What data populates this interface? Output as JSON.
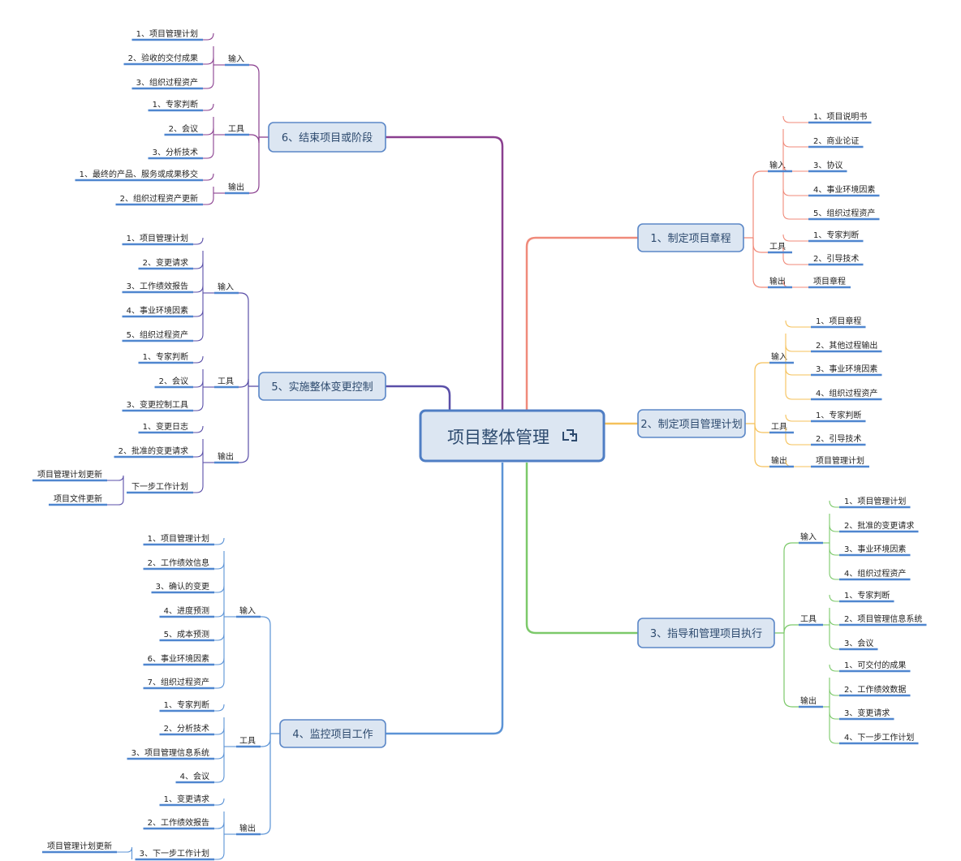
{
  "root": {
    "label": "项目整体管理",
    "icon": "link-icon"
  },
  "branches": [
    {
      "id": "b1",
      "label": "1、制定项目章程",
      "color": "#f08a7a",
      "groups": [
        {
          "label": "输入",
          "items": [
            "1、项目说明书",
            "2、商业论证",
            "3、协议",
            "4、事业环境因素",
            "5、组织过程资产"
          ]
        },
        {
          "label": "工具",
          "items": [
            "1、专家判断",
            "2、引导技术"
          ]
        },
        {
          "label": "输出",
          "items": [
            "项目章程"
          ]
        }
      ]
    },
    {
      "id": "b2",
      "label": "2、制定项目管理计划",
      "color": "#f5c15a",
      "groups": [
        {
          "label": "输入",
          "items": [
            "1、项目章程",
            "2、其他过程输出",
            "3、事业环境因素",
            "4、组织过程资产"
          ]
        },
        {
          "label": "工具",
          "items": [
            "1、专家判断",
            "2、引导技术"
          ]
        },
        {
          "label": "输出",
          "items": [
            "项目管理计划"
          ]
        }
      ]
    },
    {
      "id": "b3",
      "label": "3、指导和管理项目执行",
      "color": "#7cc96a",
      "groups": [
        {
          "label": "输入",
          "items": [
            "1、项目管理计划",
            "2、批准的变更请求",
            "3、事业环境因素",
            "4、组织过程资产"
          ]
        },
        {
          "label": "工具",
          "items": [
            "1、专家判断",
            "2、项目管理信息系统",
            "3、会议"
          ]
        },
        {
          "label": "输出",
          "items": [
            "1、可交付的成果",
            "2、工作绩效数据",
            "3、变更请求",
            "4、下一步工作计划"
          ]
        }
      ]
    },
    {
      "id": "b4",
      "label": "4、监控项目工作",
      "color": "#5b93d6",
      "groups": [
        {
          "label": "输入",
          "items": [
            "1、项目管理计划",
            "2、工作绩效信息",
            "3、确认的变更",
            "4、进度预测",
            "5、成本预测",
            "6、事业环境因素",
            "7、组织过程资产"
          ]
        },
        {
          "label": "工具",
          "items": [
            "1、专家判断",
            "2、分析技术",
            "3、项目管理信息系统",
            "4、会议"
          ]
        },
        {
          "label": "输出",
          "items": [
            "1、变更请求",
            "2、工作绩效报告",
            "3、下一步工作计划"
          ],
          "sub": [
            "项目管理计划更新"
          ]
        }
      ]
    },
    {
      "id": "b5",
      "label": "5、实施整体变更控制",
      "color": "#5a4fa8",
      "groups": [
        {
          "label": "输入",
          "items": [
            "1、项目管理计划",
            "2、变更请求",
            "3、工作绩效报告",
            "4、事业环境因素",
            "5、组织过程资产"
          ]
        },
        {
          "label": "工具",
          "items": [
            "1、专家判断",
            "2、会议",
            "3、变更控制工具"
          ]
        },
        {
          "label": "输出",
          "items": [
            "1、变更日志",
            "2、批准的变更请求",
            "下一步工作计划"
          ],
          "sub": [
            "项目管理计划更新",
            "项目文件更新"
          ]
        }
      ]
    },
    {
      "id": "b6",
      "label": "6、结束项目或阶段",
      "color": "#8a3f8f",
      "groups": [
        {
          "label": "输入",
          "items": [
            "1、项目管理计划",
            "2、验收的交付成果",
            "3、组织过程资产"
          ]
        },
        {
          "label": "工具",
          "items": [
            "1、专家判断",
            "2、会议",
            "3、分析技术"
          ]
        },
        {
          "label": "输出",
          "items": [
            "1、最终的产品、服务或成果移交",
            "2、组织过程资产更新"
          ]
        }
      ]
    }
  ]
}
